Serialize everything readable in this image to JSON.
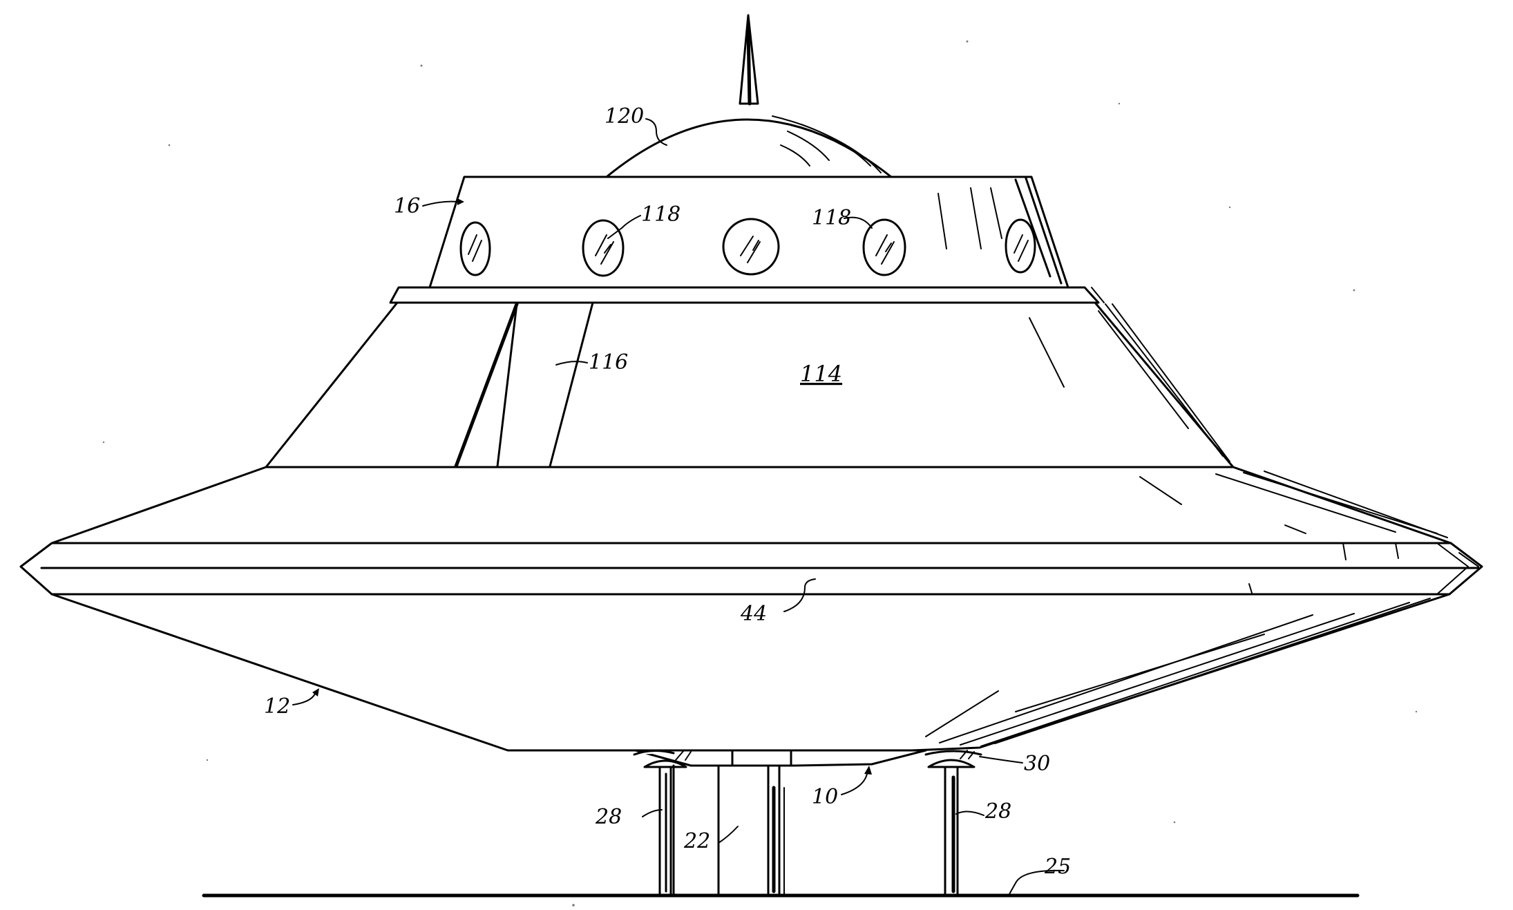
{
  "figure": {
    "subject": "saucer-shaped craft on ground, side elevation",
    "ink_color": "#000000",
    "paper_color": "#ffffff"
  },
  "reference_numerals": {
    "dome": "120",
    "antenna": "",
    "upper_cabin": "16",
    "window_left": "118",
    "window_right": "118",
    "canopy_upper_hull": "114",
    "canopy_strut": "116",
    "rim_band": "44",
    "lower_hull": "12",
    "base_plate": "10",
    "leg_pad": "30",
    "leg_left": "28",
    "leg_right": "28",
    "center_column": "22",
    "ground": "25"
  }
}
